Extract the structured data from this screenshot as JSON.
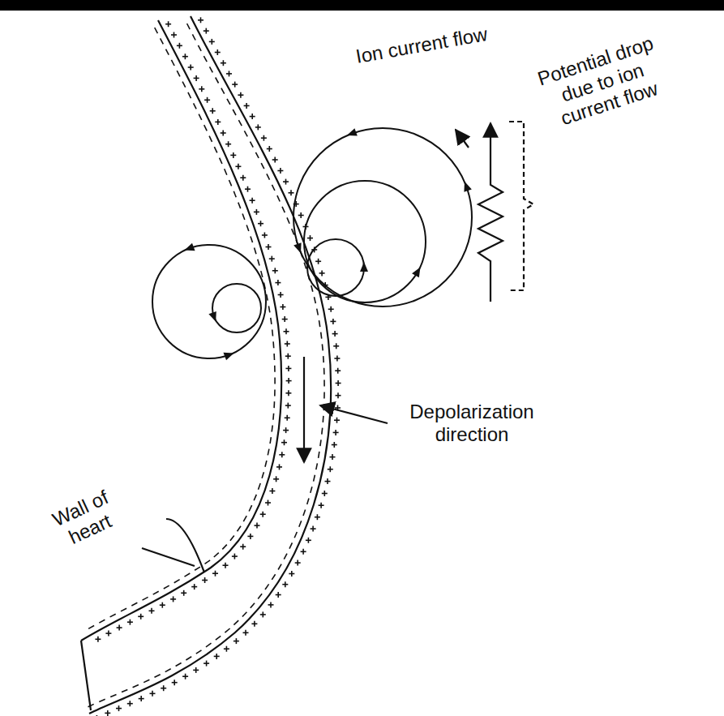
{
  "diagram": {
    "labels": [
      "Ion current flow",
      "Potential drop due to ion current flow",
      "Depolarization direction",
      "Wall of heart"
    ]
  }
}
